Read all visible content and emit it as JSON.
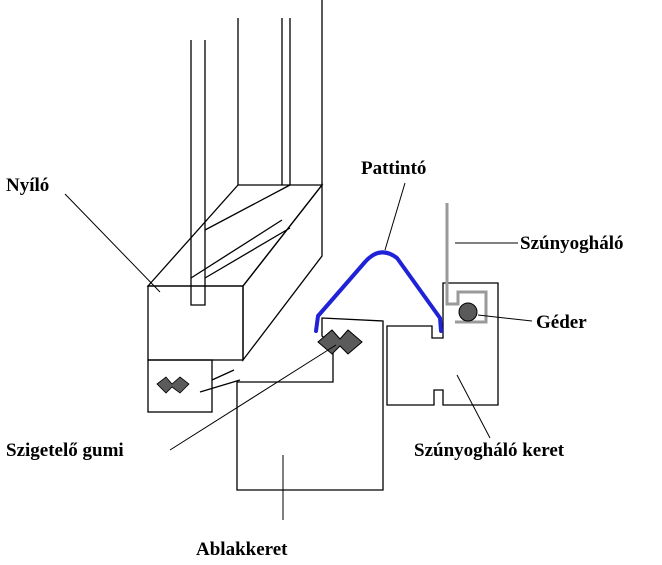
{
  "labels": {
    "nyilo": "Nyíló",
    "pattinto": "Pattintó",
    "szunyoghalo": "Szúnyogháló",
    "geder": "Géder",
    "szigetelo_gumi": "Szigetelő gumi",
    "szunyoghalo_keret": "Szúnyogháló keret",
    "ablakkeret": "Ablakkeret"
  },
  "colors": {
    "pattinto_clip": "#1f22d6",
    "gasket": "#5b5b5b",
    "net": "#9a9a9a",
    "geder_cord": "#5a5a5a",
    "outline": "#000000"
  }
}
